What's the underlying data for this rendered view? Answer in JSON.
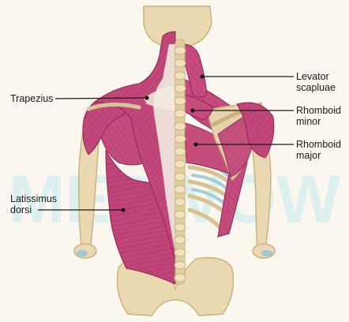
{
  "diagram": {
    "watermark": "MEDIVOW",
    "labels": {
      "trapezius": "Trapezius",
      "latissimus": [
        "Latissimus",
        "dorsi"
      ],
      "levator": [
        "Levator",
        "scapluae"
      ],
      "rhomboid_minor": [
        "Rhomboid",
        "minor"
      ],
      "rhomboid_major": [
        "Rhomboid",
        "major"
      ]
    }
  },
  "colors": {
    "background": "#fbf7ee",
    "muscle": "#c2477a",
    "muscle_dark": "#8e2650",
    "muscle_light": "#e07aa3",
    "tendon": "#efe7d6",
    "bone": "#ead9b0",
    "bone_shade": "#c9b27e",
    "rib": "#f1e2bf",
    "intercostal": "#9cc8d8",
    "leader_line": "#1a1a1a",
    "watermark": "#cfeff0"
  }
}
